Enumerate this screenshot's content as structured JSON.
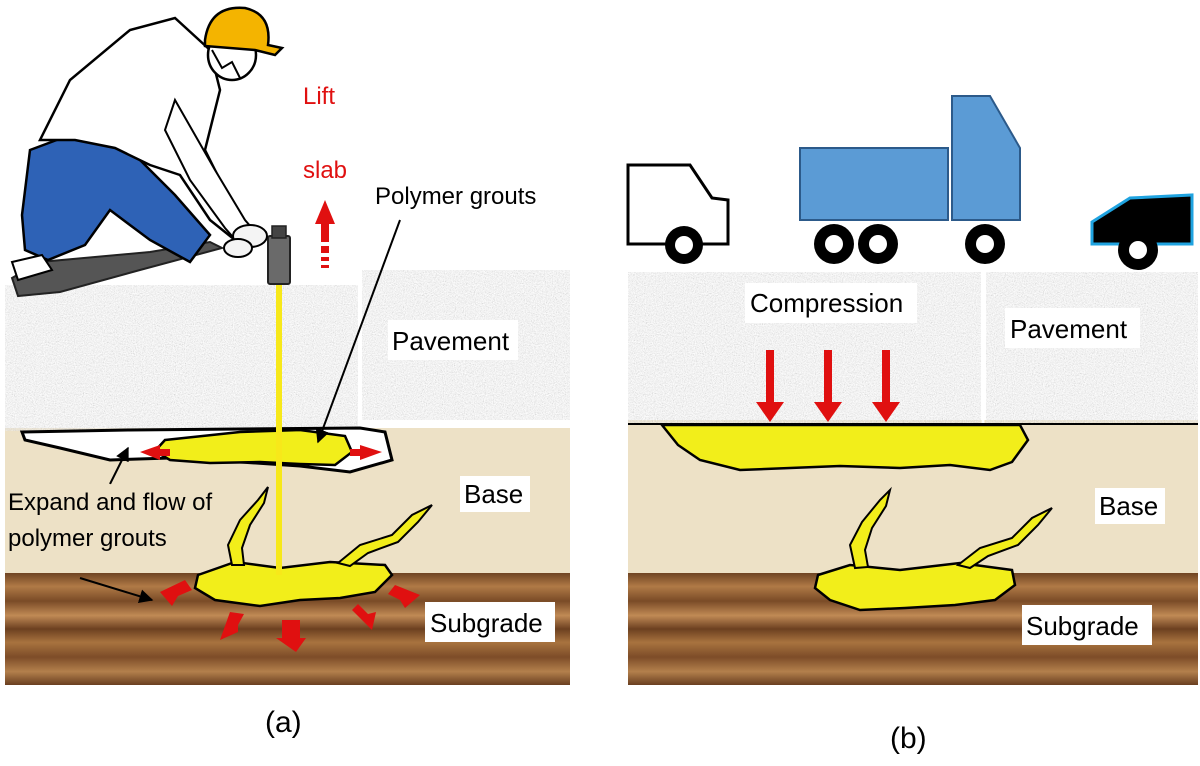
{
  "panel_a": {
    "caption": "(a)",
    "labels": {
      "lift": "Lift",
      "slab": "slab",
      "polymer_grouts": "Polymer grouts",
      "pavement": "Pavement",
      "base": "Base",
      "expand_line1": "Expand and flow of",
      "expand_line2": "polymer grouts",
      "subgrade": "Subgrade"
    }
  },
  "panel_b": {
    "caption": "(b)",
    "labels": {
      "compression": "Compression",
      "pavement": "Pavement",
      "base": "Base",
      "subgrade": "Subgrade"
    }
  },
  "colors": {
    "grout": "#f2ee1a",
    "base": "#ede1c6",
    "subgrade": "#8b5a2b",
    "arrow": "#e01010",
    "truck": "#5b9bd5",
    "worker_shirt": "#ffffff",
    "worker_pants": "#2e62b6",
    "helmet": "#f4b400",
    "injection_rod": "#f7e81a"
  }
}
